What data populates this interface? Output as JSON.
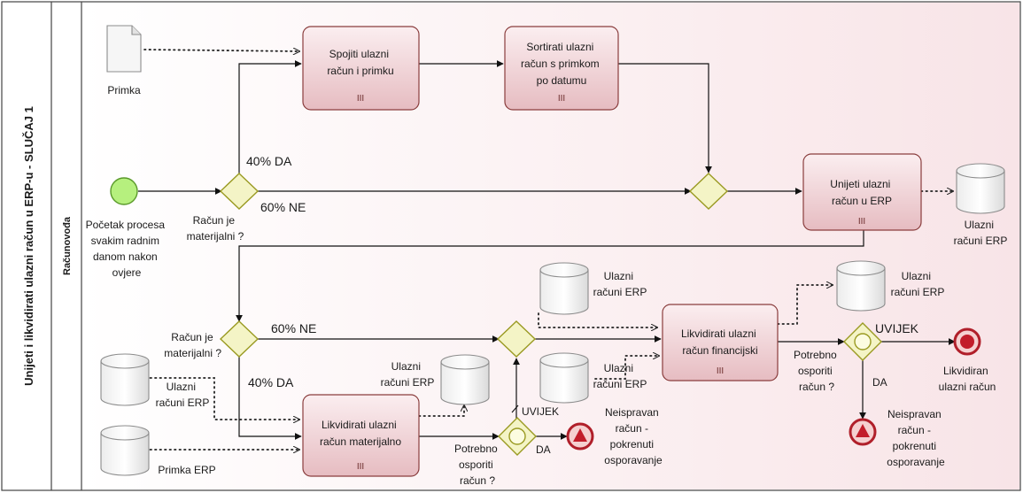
{
  "pool": {
    "title": "Unijeti i likvidirati ulazni račun u ERP-u - SLUČAJ 1"
  },
  "lane": {
    "title": "Računovođa"
  },
  "events": {
    "start": {
      "lines": [
        "Početak procesa",
        "svakim radnim",
        "danom  nakon",
        "ovjere"
      ]
    },
    "end": {
      "lines": [
        "Likvidiran",
        "ulazni račun"
      ]
    },
    "error_end_1": {
      "lines": [
        "Neispravan",
        "račun -",
        "pokrenuti",
        "osporavanje"
      ]
    },
    "error_end_2": {
      "lines": [
        "Neispravan",
        "račun -",
        "pokrenuti",
        "osporavanje"
      ]
    }
  },
  "tasks": {
    "spojiti": {
      "lines": [
        "Spojiti ulazni",
        "račun i primku"
      ],
      "marker": "III"
    },
    "sortirati": {
      "lines": [
        "Sortirati ulazni",
        "račun s primkom",
        "po datumu"
      ],
      "marker": "III"
    },
    "unijeti": {
      "lines": [
        "Unijeti ulazni",
        "račun u ERP"
      ],
      "marker": "III"
    },
    "likvidirati_mat": {
      "lines": [
        "Likvidirati ulazni",
        "račun materijalno"
      ],
      "marker": "III"
    },
    "likvidirati_fin": {
      "lines": [
        "Likvidirati ulazni",
        "račun financijski"
      ],
      "marker": "III"
    }
  },
  "gateways": {
    "g1": {
      "lines": [
        "Račun je",
        "materijalni ?"
      ]
    },
    "g3": {
      "lines": [
        "Račun je",
        "materijalni ?"
      ]
    },
    "g5": {
      "lines": [
        "Potrebno",
        "osporiti",
        "račun ?"
      ]
    },
    "g6": {
      "lines": [
        "Potrebno",
        "osporiti",
        "račun ?"
      ]
    }
  },
  "flow_labels": {
    "g1_da": "40% DA",
    "g1_ne": "60% NE",
    "g3_ne": "60% NE",
    "g3_da": "40% DA",
    "g5_uvijek": "UVIJEK",
    "g5_da": "DA",
    "g6_uvijek": "UVIJEK",
    "g6_da": "DA"
  },
  "artifacts": {
    "primka": {
      "lines": [
        "Primka"
      ],
      "kind": "document"
    },
    "ulazni_erp_1": {
      "lines": [
        "Ulazni",
        "računi ERP"
      ],
      "kind": "data-store"
    },
    "ulazni_erp_2": {
      "lines": [
        "Ulazni",
        "računi ERP"
      ],
      "kind": "data-store"
    },
    "ulazni_erp_3": {
      "lines": [
        "Ulazni",
        "računi ERP"
      ],
      "kind": "data-store"
    },
    "ulazni_erp_4": {
      "lines": [
        "Ulazni",
        "računi ERP"
      ],
      "kind": "data-store"
    },
    "ulazni_erp_5": {
      "lines": [
        "Ulazni",
        "računi ERP"
      ],
      "kind": "data-store"
    },
    "ulazni_erp_6": {
      "lines": [
        "Ulazni",
        "računi ERP"
      ],
      "kind": "data-store"
    },
    "primka_erp": {
      "lines": [
        "Primka ERP"
      ],
      "kind": "data-store"
    }
  },
  "colors": {
    "lane_background": "#fbeef0",
    "task_fill": "#f1d3d6",
    "task_stroke": "#8a3d3d",
    "start_fill": "#b6f07e",
    "gateway_fill": "#f4f4c6",
    "end_fill": "#c21d2a"
  }
}
